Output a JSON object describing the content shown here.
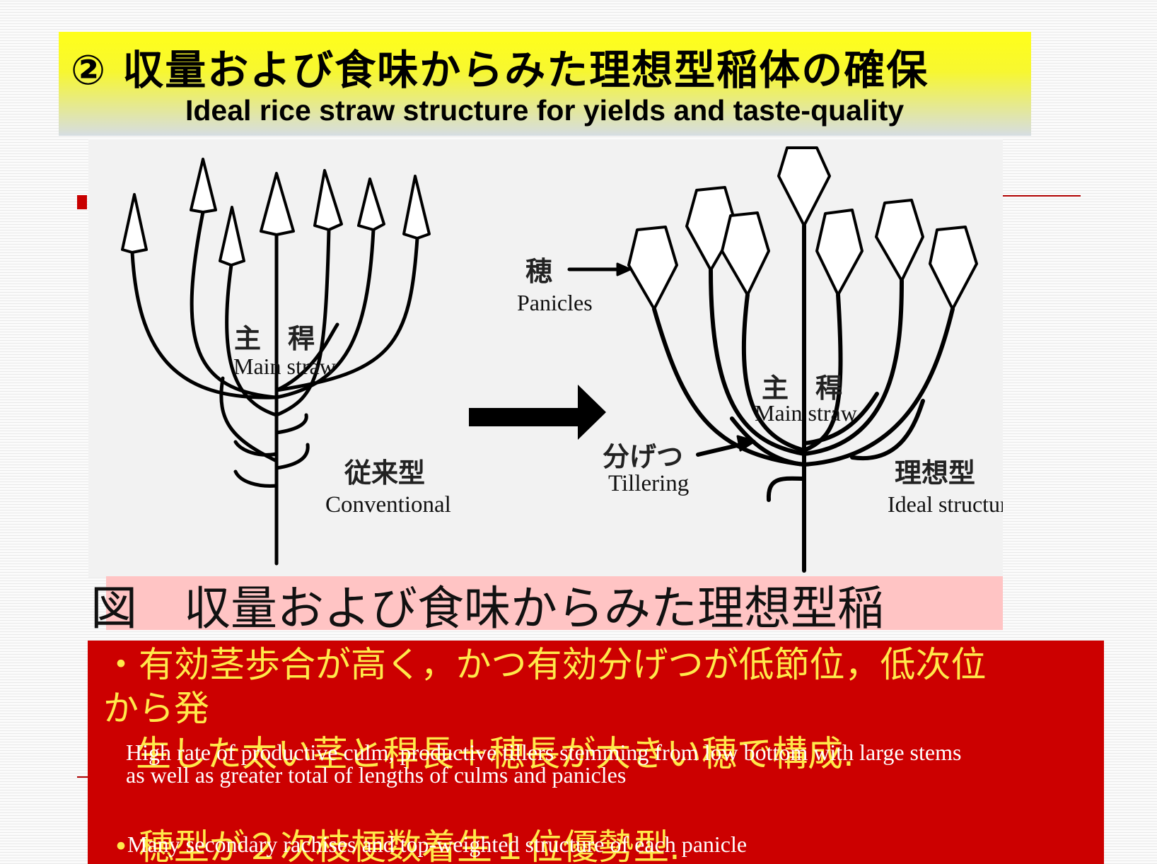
{
  "header": {
    "title_jp": "② 収量および食味からみた理想型稲体の確保",
    "title_en": "Ideal rice straw structure for yields and taste-quality"
  },
  "figure": {
    "conventional": {
      "main_straw_jp": "主　稈",
      "main_straw_en": "Main straw",
      "type_jp": "従来型",
      "type_en": "Conventional"
    },
    "ideal": {
      "panicles_jp": "穂",
      "panicles_en": "Panicles",
      "main_straw_jp": "主　稈",
      "main_straw_en": "Main straw",
      "tillering_jp": "分げつ",
      "tillering_en": "Tillering",
      "type_jp": "理想型",
      "type_en": "Ideal structure"
    },
    "caption": "図　収量および食味からみた理想型稲"
  },
  "notes": {
    "line1_jp": "・有効茎歩合が高く，かつ有効分げつが低節位，低次位",
    "line2_jp": "から発",
    "line3_jp": "生した太い茎と稈長＋穂長が大きい穂で構成.",
    "line1_en": "High rate of productive culm, productive tillers stemming from low bottom with large stems",
    "line2_en": "as well as greater total of lengths of culms and panicles",
    "line4_jp": "・穂型が２次枝梗数着生１位優勢型.",
    "line3_en": "Many secondary rachises and top-weighted structure of each panicle"
  },
  "colors": {
    "banner_yellow": "#ffff1a",
    "panel_red": "#cc0000",
    "caption_pink": "#ffc4c4",
    "note_yellow": "#ffe94a"
  }
}
